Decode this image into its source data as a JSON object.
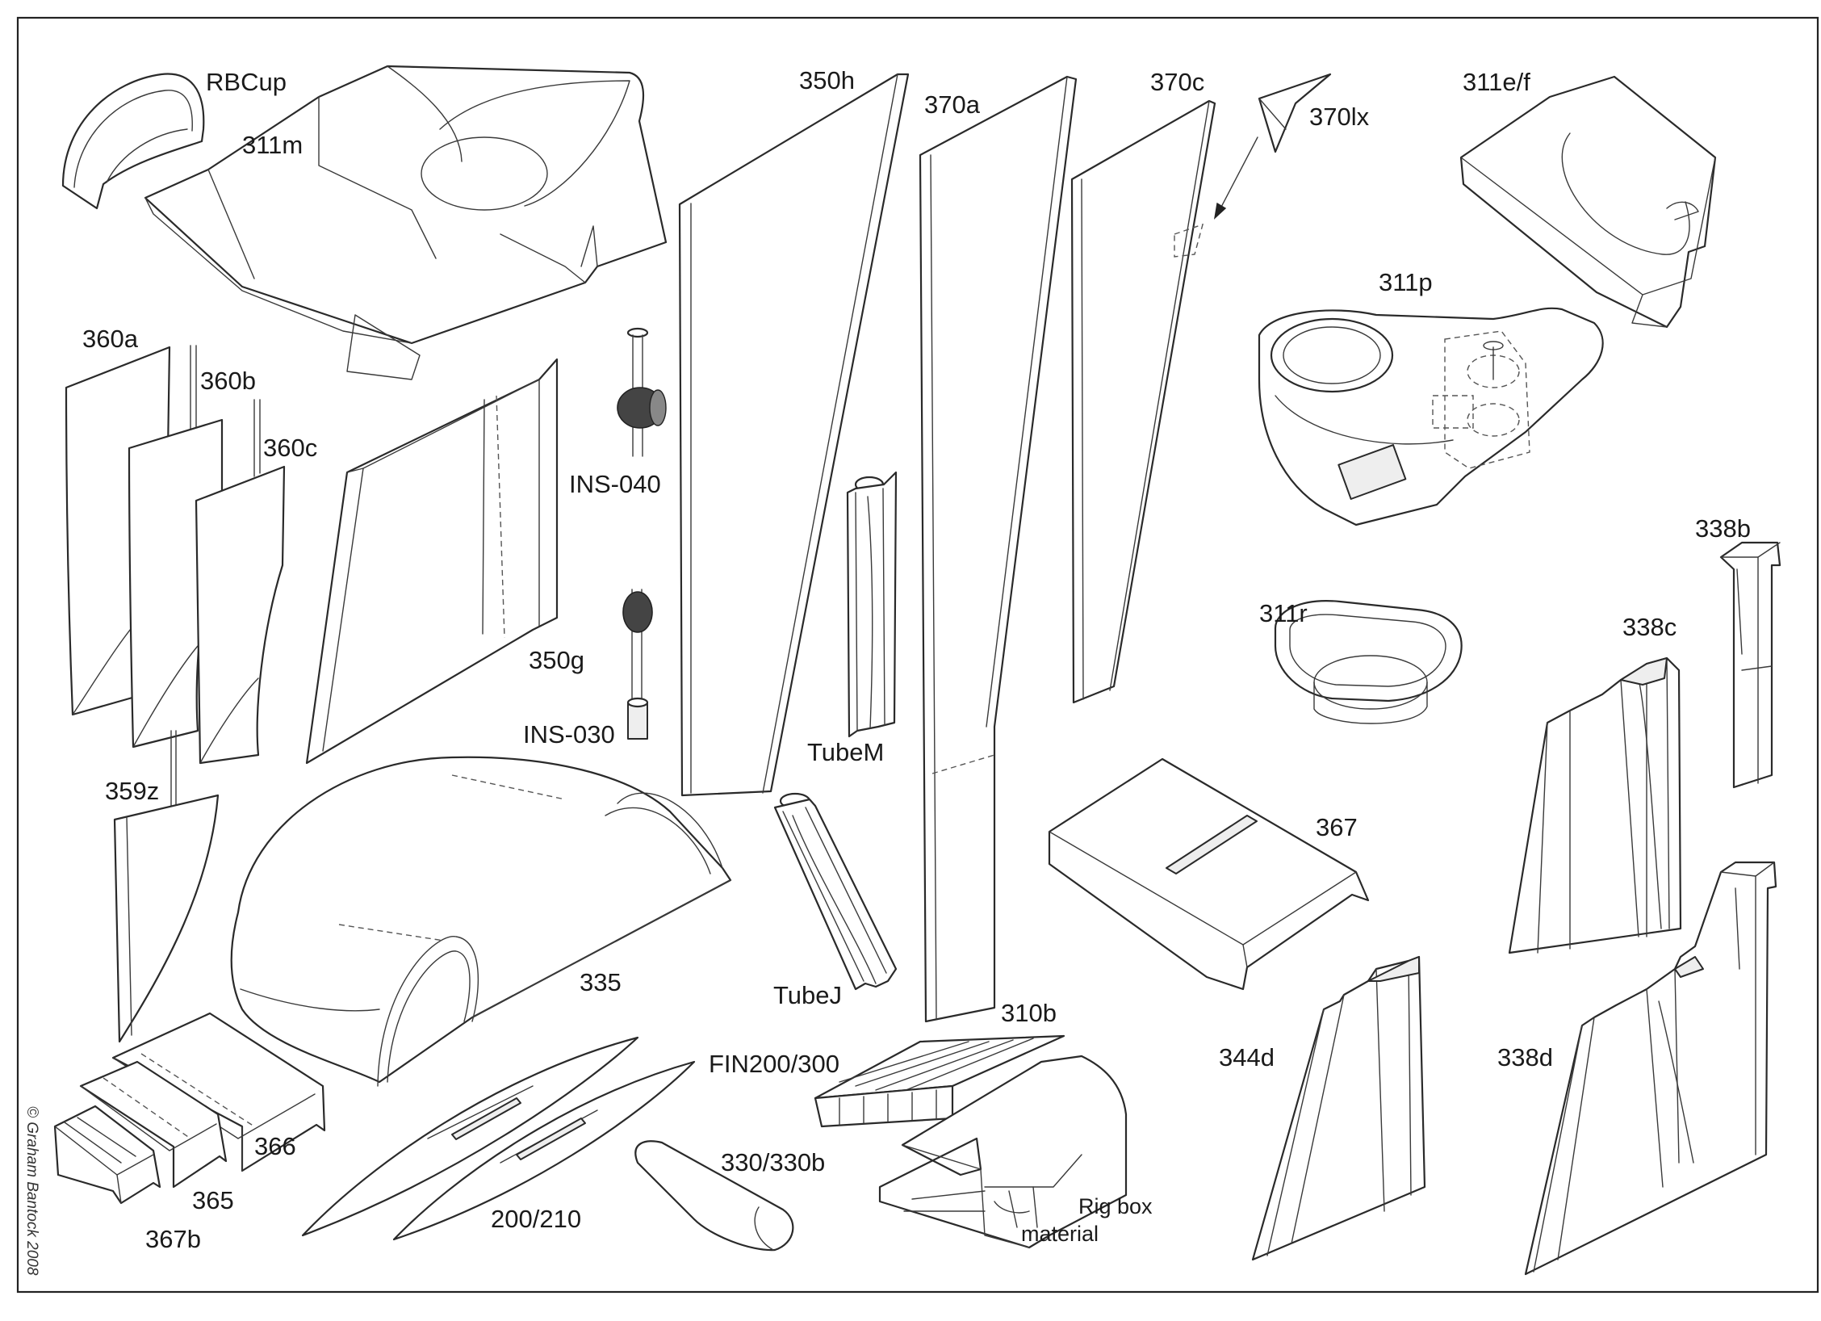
{
  "labels": {
    "rbcup": "RBCup",
    "p311m": "311m",
    "p350h": "350h",
    "p370a": "370a",
    "p370c": "370c",
    "p370lx": "370lx",
    "p311ef": "311e/f",
    "p311p": "311p",
    "p360a": "360a",
    "p360b": "360b",
    "p360c": "360c",
    "ins040": "INS-040",
    "p350g": "350g",
    "ins030": "INS-030",
    "tubem": "TubeM",
    "p311r": "311r",
    "p338b": "338b",
    "p338c": "338c",
    "p359z": "359z",
    "p367": "367",
    "p335": "335",
    "tubej": "TubeJ",
    "p310b": "310b",
    "fin": "FIN200/300",
    "p344d": "344d",
    "p338d": "338d",
    "p366": "366",
    "p365": "365",
    "p367b": "367b",
    "p200": "200/210",
    "p330": "330/330b",
    "rigbox1": "Rig box",
    "rigbox2": "material"
  },
  "copyright": "© Graham Bantock 2008"
}
